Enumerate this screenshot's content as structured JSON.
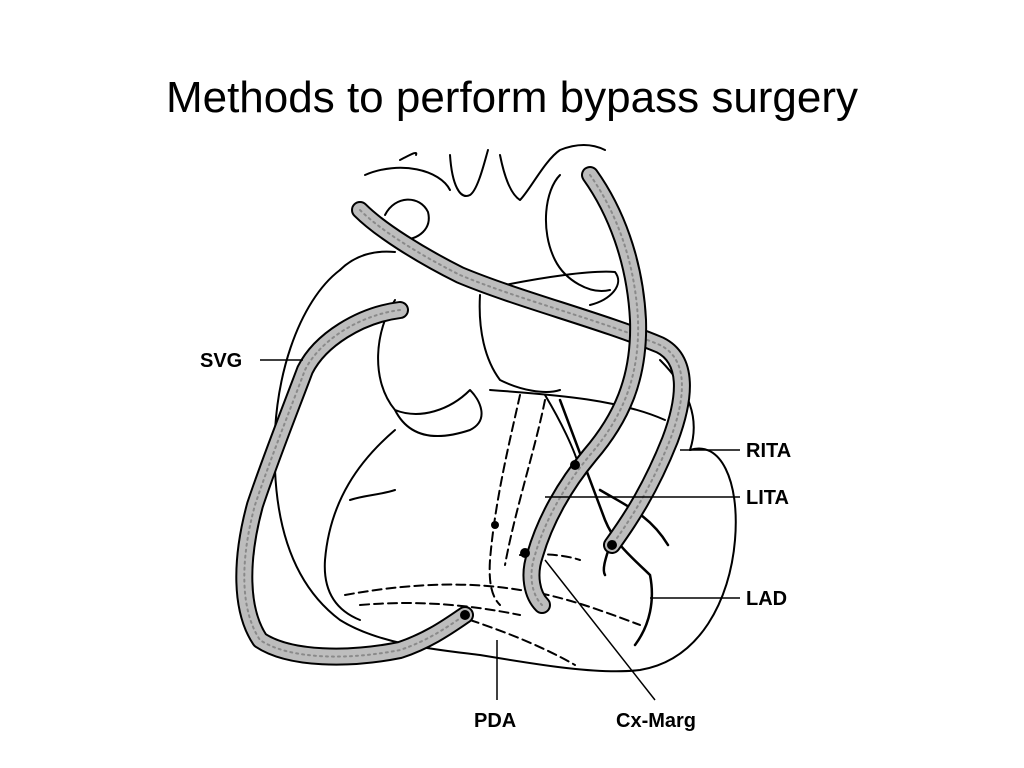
{
  "slide": {
    "title": "Methods to perform bypass surgery"
  },
  "diagram": {
    "labels": {
      "svg": "SVG",
      "rita": "RITA",
      "lita": "LITA",
      "lad": "LAD",
      "pda": "PDA",
      "cx_marg": "Cx-Marg"
    }
  }
}
